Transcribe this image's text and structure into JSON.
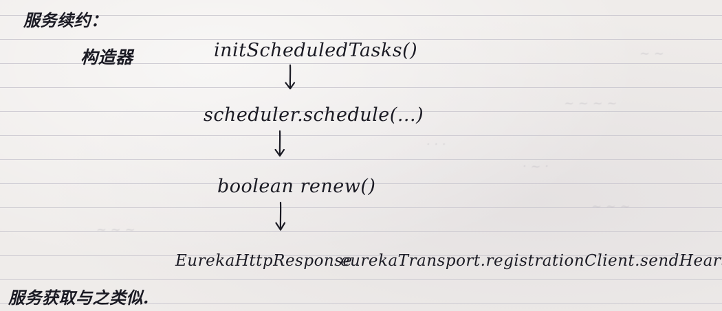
{
  "notes": {
    "section_title": "服务续约：",
    "side_label": "构造器",
    "steps": [
      "initScheduledTasks()",
      "scheduler.schedule(...)",
      "boolean renew()"
    ],
    "final_call": {
      "left": "EurekaHttpResponse",
      "right": "eurekaTransport.registrationClient.sendHeartBeat(..)"
    },
    "bottom_note": "服务获取与之类似."
  },
  "colors": {
    "paper": "#efecea",
    "ink": "#1b1b24",
    "rule_line": "#c9c7cf"
  },
  "icons": [
    "down-arrow-icon"
  ]
}
